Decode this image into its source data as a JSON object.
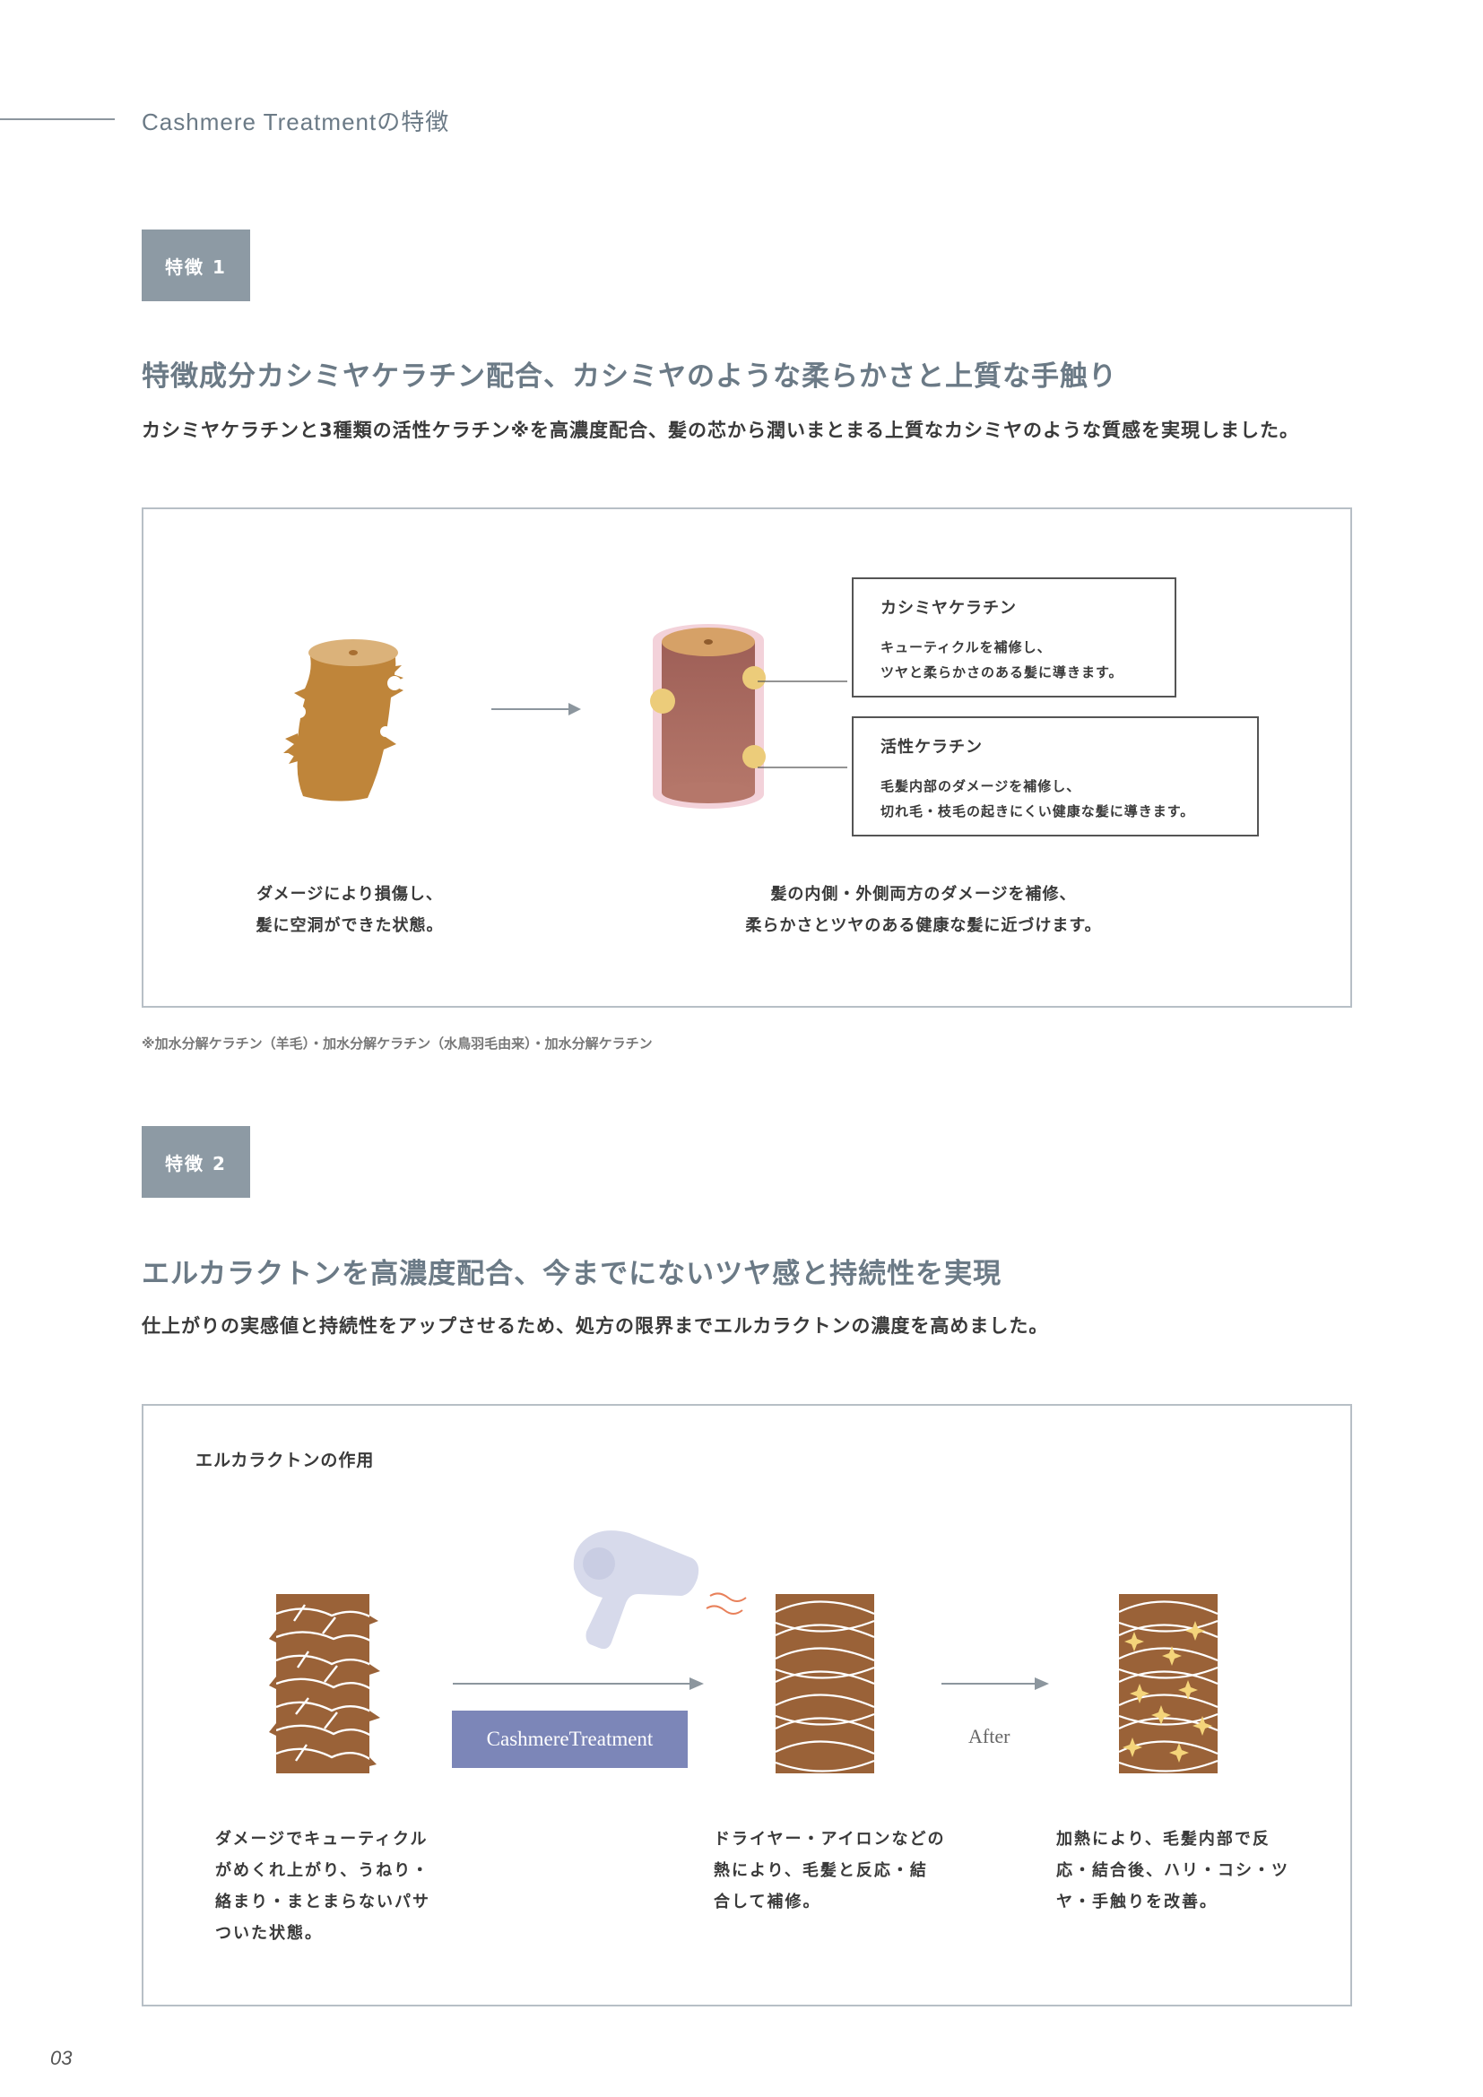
{
  "header": {
    "title": "Cashmere Treatmentの特徴"
  },
  "feature1": {
    "badge": "特徴 1",
    "heading": "特徴成分カシミヤケラチン配合、カシミヤのような柔らかさと上質な手触り",
    "lead": "カシミヤケラチンと3種類の活性ケラチン※を高濃度配合、髪の芯から潤いまとまる上質なカシミヤのような質感を実現しました。",
    "callout1": {
      "title": "カシミヤケラチン",
      "line1": "キューティクルを補修し、",
      "line2": "ツヤと柔らかさのある髪に導きます。"
    },
    "callout2": {
      "title": "活性ケラチン",
      "line1": "毛髪内部のダメージを補修し、",
      "line2": "切れ毛・枝毛の起きにくい健康な髪に導きます。"
    },
    "caption_left": {
      "line1": "ダメージにより損傷し、",
      "line2": "髪に空洞ができた状態。"
    },
    "caption_right": {
      "line1": "髪の内側・外側両方のダメージを補修、",
      "line2": "柔らかさとツヤのある健康な髪に近づけます。"
    },
    "footnote": "※加水分解ケラチン（羊毛）・加水分解ケラチン（水鳥羽毛由来）・加水分解ケラチン"
  },
  "feature2": {
    "badge": "特徴 2",
    "heading": "エルカラクトンを高濃度配合、今までにないツヤ感と持続性を実現",
    "lead": "仕上がりの実感値と持続性をアップさせるため、処方の限界までエルカラクトンの濃度を高めました。",
    "panel_title": "エルカラクトンの作用",
    "product_label": "CashmereTreatment",
    "after_label": "After",
    "cap1": [
      "ダメージでキューティクル",
      "がめくれ上がり、うねり・",
      "絡まり・まとまらないパサ",
      "ついた状態。"
    ],
    "cap2": [
      "ドライヤー・アイロンなどの",
      "熱により、毛髪と反応・結",
      "合して補修。"
    ],
    "cap3": [
      "加熱により、毛髪内部で反",
      "応・結合後、ハリ・コシ・ツ",
      "ヤ・手触りを改善。"
    ]
  },
  "page_number": "03",
  "colors": {
    "accent": "#6b7a86",
    "badge": "#8d9aa4",
    "hair_brown": "#9a6238",
    "product_btn": "#7c86b8"
  }
}
